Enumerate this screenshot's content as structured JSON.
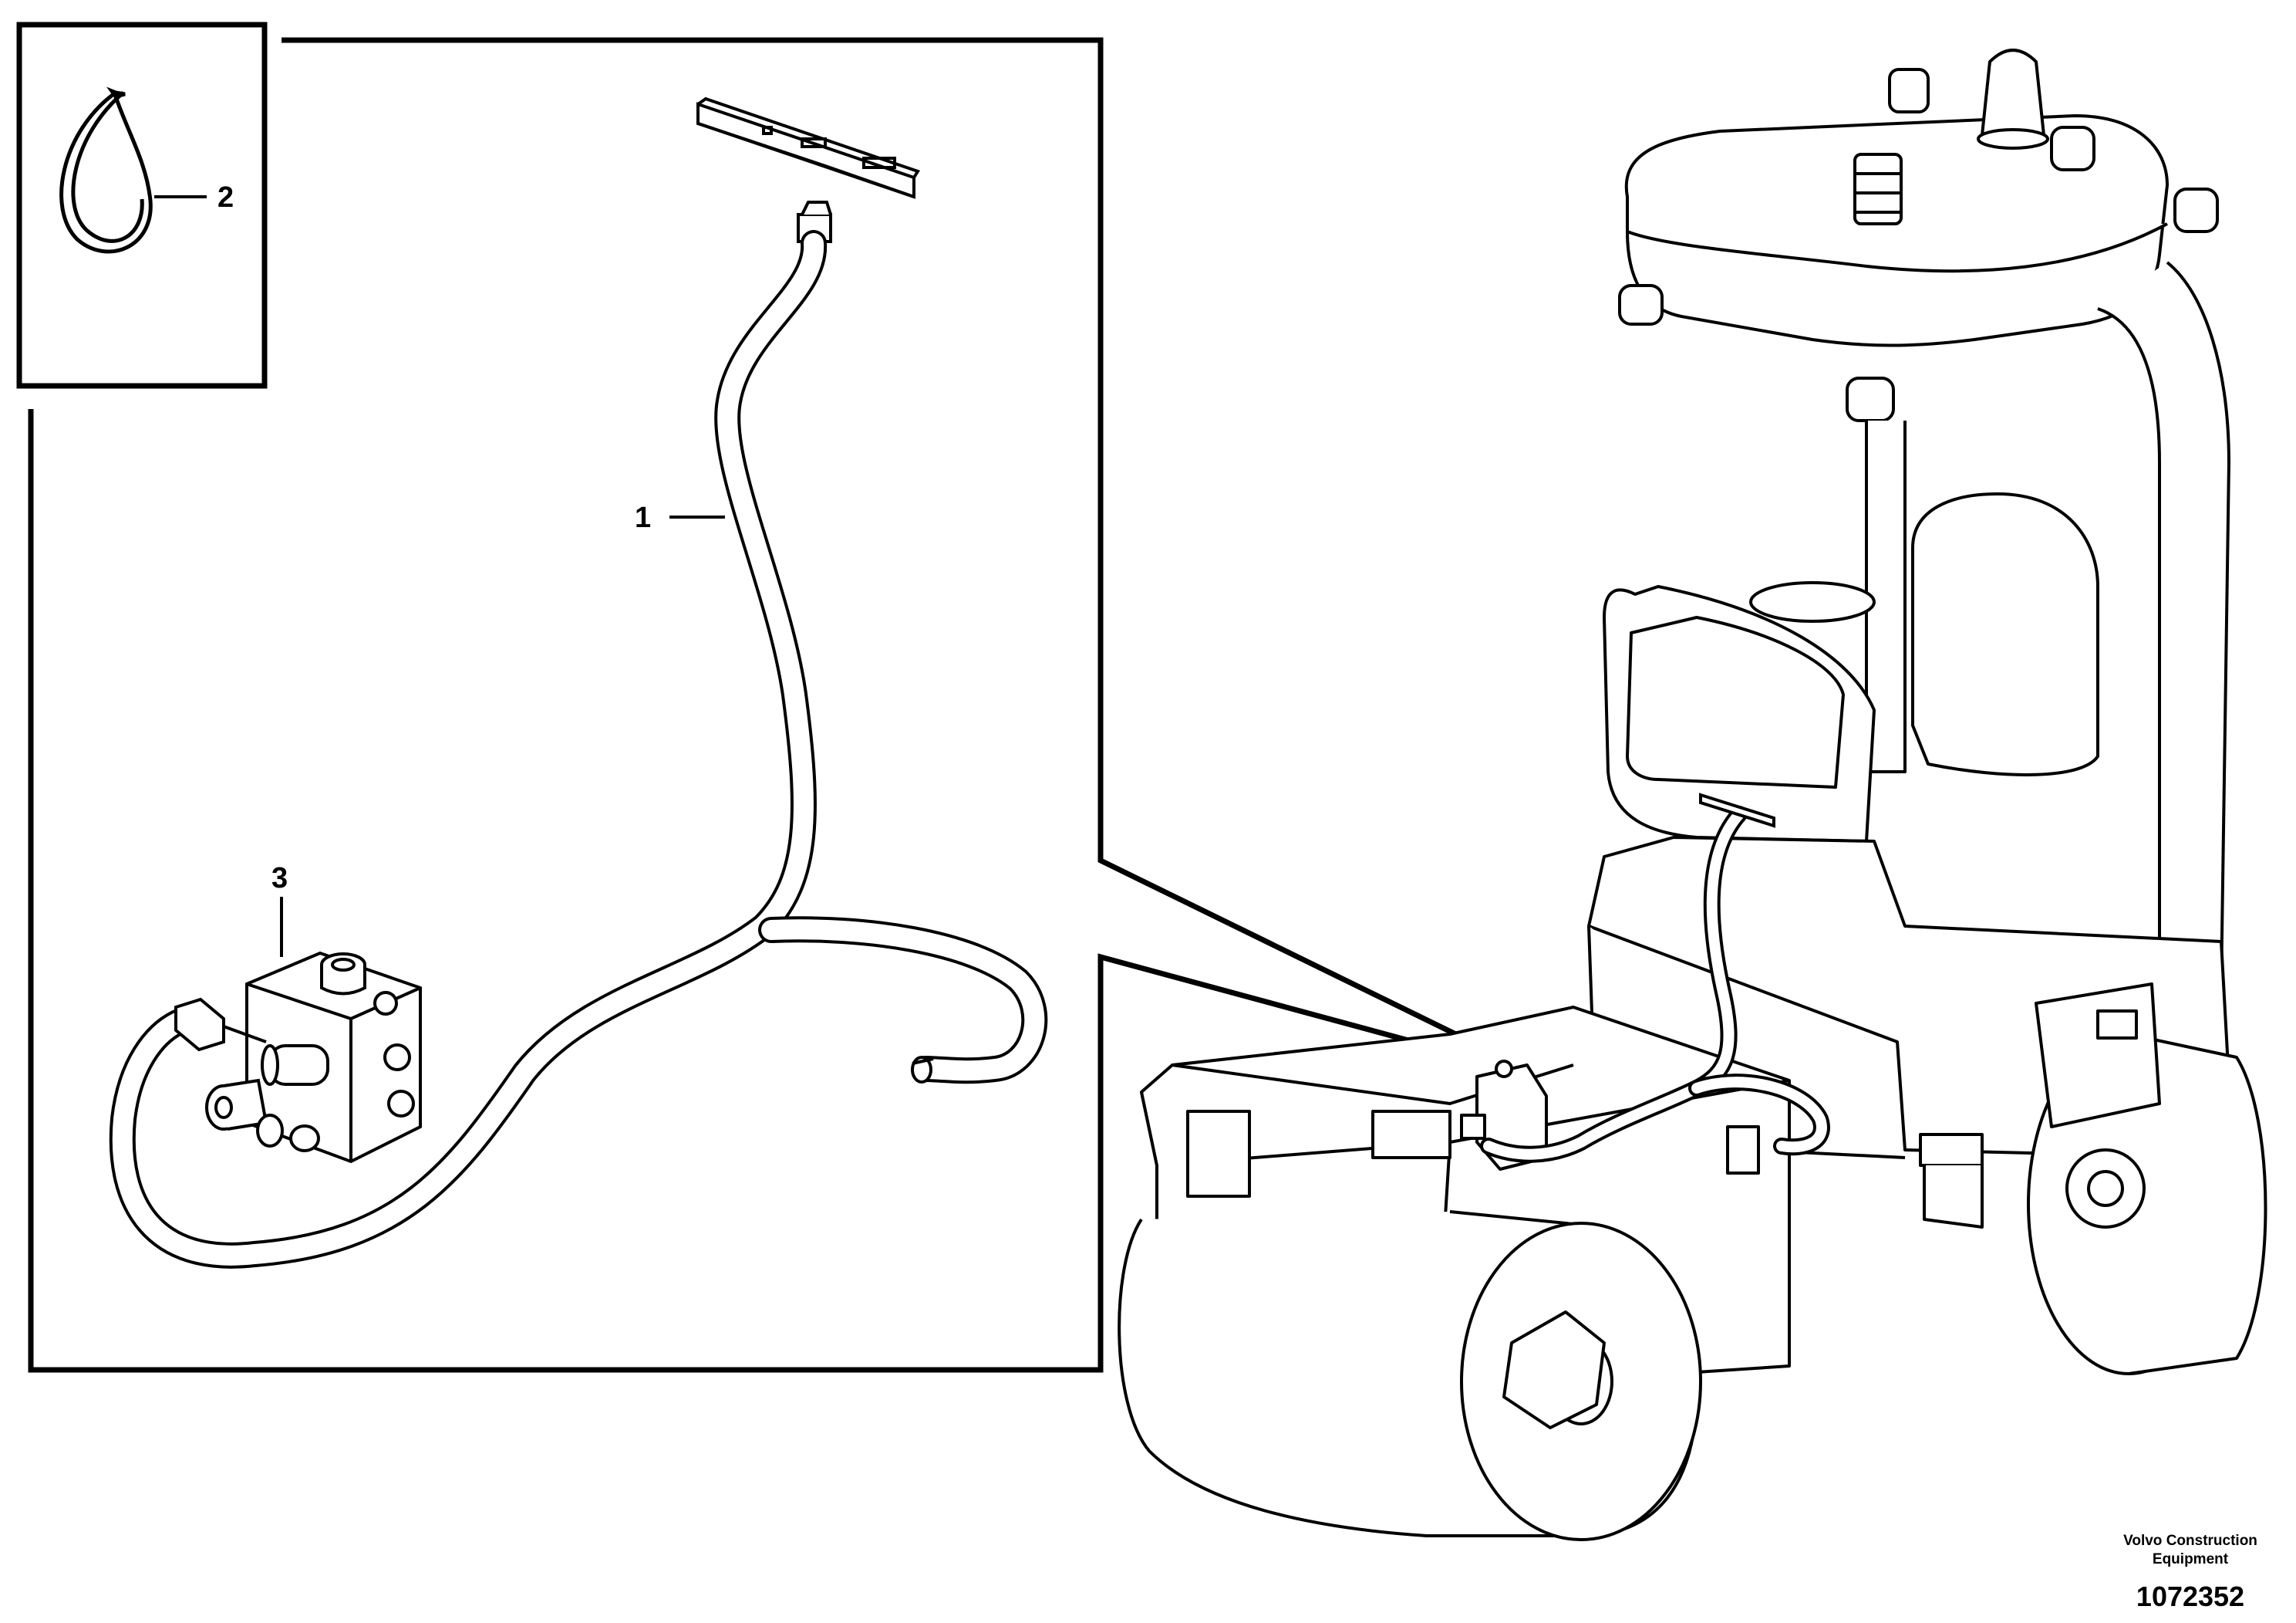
{
  "callouts": [
    {
      "id": "1",
      "label": "1"
    },
    {
      "id": "2",
      "label": "2"
    },
    {
      "id": "3",
      "label": "3"
    }
  ],
  "brand": {
    "line1": "Volvo Construction",
    "line2": "Equipment"
  },
  "document_number": "1072352"
}
